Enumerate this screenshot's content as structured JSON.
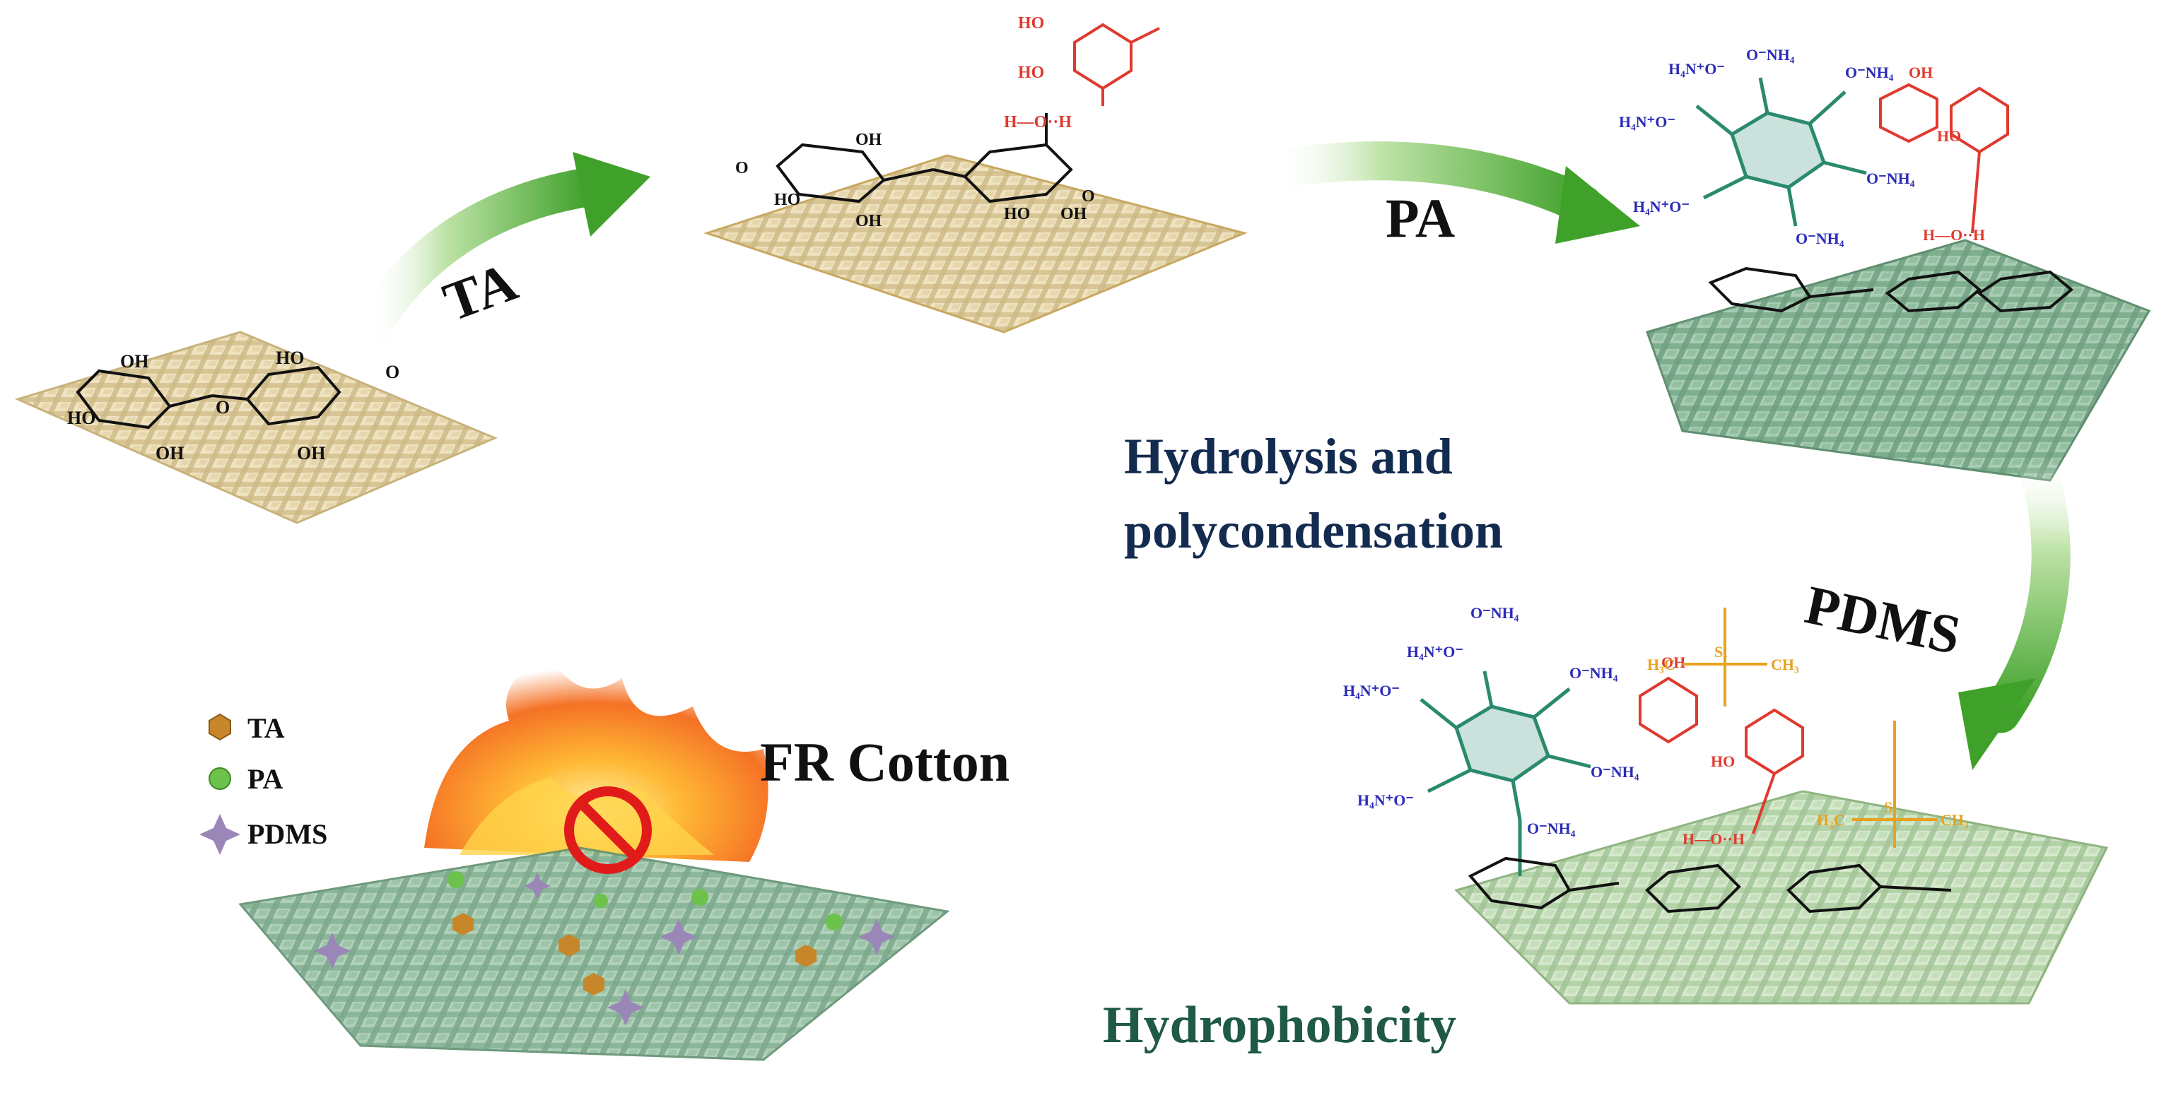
{
  "steps": {
    "ta": "TA",
    "pa": "PA",
    "pdms": "PDMS"
  },
  "captions": {
    "hydrolysis_line1": "Hydrolysis and",
    "hydrolysis_line2": "polycondensation",
    "hydrophobicity": "Hydrophobicity",
    "fr_cotton": "FR Cotton"
  },
  "legend": {
    "items": [
      {
        "label": "TA",
        "marker": "hexagon",
        "color": "#c8862a"
      },
      {
        "label": "PA",
        "marker": "circle",
        "color": "#6cc24a"
      },
      {
        "label": "PDMS",
        "marker": "star",
        "color": "#9b86b8"
      }
    ]
  },
  "chem_text": {
    "oh": "OH",
    "ho": "HO",
    "o": "O",
    "h_o_h": "H—O··H",
    "nh4": "O⁻NH₄",
    "h4n": "H₄N⁺O⁻",
    "ch3": "CH₃",
    "h3c": "H₃C",
    "si": "Si"
  },
  "colors": {
    "fabric_raw": "#e2d2a8",
    "fabric_treated": "#8fb99c",
    "fabric_final": "#b8d6ae",
    "arrow": "#4fae2f",
    "tannic": "#e03a2f",
    "phytate": "#2a8a6e",
    "ammonium": "#2b2bb8",
    "silane": "#e8a21e",
    "hydrophobicity_text": "#1f5a44",
    "hydrolysis_text": "#142b50"
  }
}
